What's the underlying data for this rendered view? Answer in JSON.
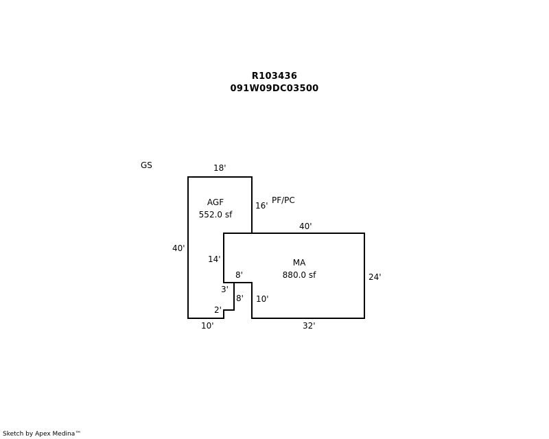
{
  "header": {
    "parcel_id": "R103436",
    "map_number": "091W09DC03500"
  },
  "sketch": {
    "areas": [
      {
        "code": "AGF",
        "size": "552.0 sf"
      },
      {
        "code": "MA",
        "size": "880.0 sf"
      }
    ],
    "notes": {
      "gs": "GS",
      "pf_pc": "PF/PC"
    },
    "dimensions": {
      "agf_top": "18'",
      "agf_right": "16'",
      "agf_left": "40'",
      "agf_bottom": "10'",
      "ma_top": "40'",
      "ma_right": "24'",
      "ma_bottom": "32'",
      "ma_inner_left": "14'",
      "notch_top": "8'",
      "notch_left": "3'",
      "notch_right": "8'",
      "notch_inner": "10'",
      "step": "2'"
    }
  },
  "footer": {
    "credit": "Sketch by Apex Medina™"
  }
}
